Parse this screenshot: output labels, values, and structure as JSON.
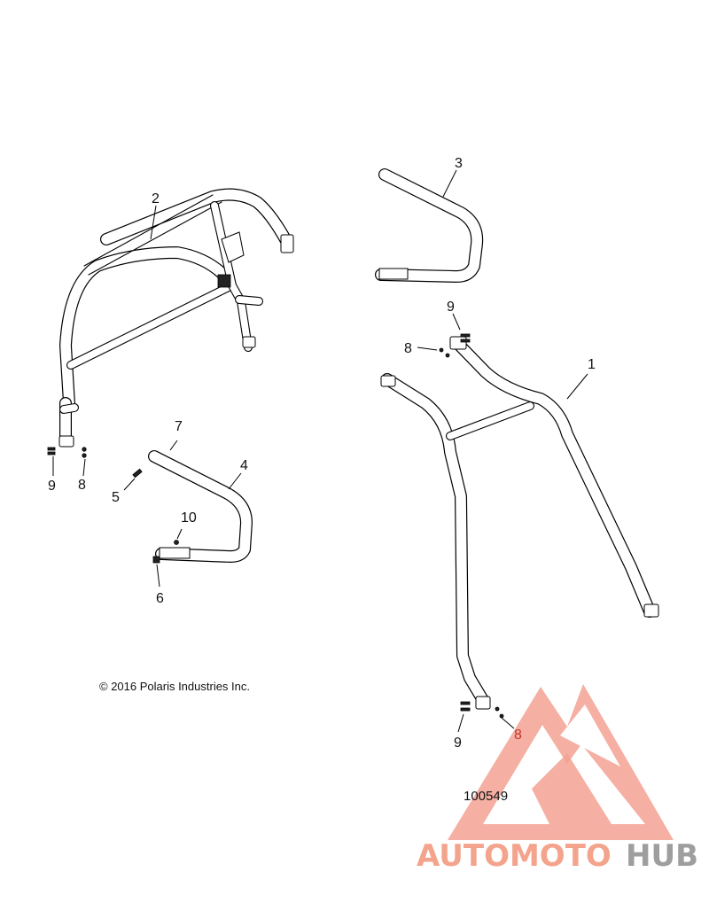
{
  "callouts": {
    "c1": "1",
    "c2": "2",
    "c3": "3",
    "c4": "4",
    "c5": "5",
    "c6": "6",
    "c7": "7",
    "c8a": "8",
    "c8b": "8",
    "c8c": "8",
    "c9a": "9",
    "c9b": "9",
    "c9c": "9",
    "c10": "10"
  },
  "copyright": "© 2016 Polaris Industries Inc.",
  "diagram_number": "100549",
  "watermark": {
    "part1": "AUTOMOTO",
    "part2": "HUB",
    "color_primary": "#f4a38c",
    "color_secondary": "#9e9e9e",
    "color_triangle": "#f08a7c"
  }
}
